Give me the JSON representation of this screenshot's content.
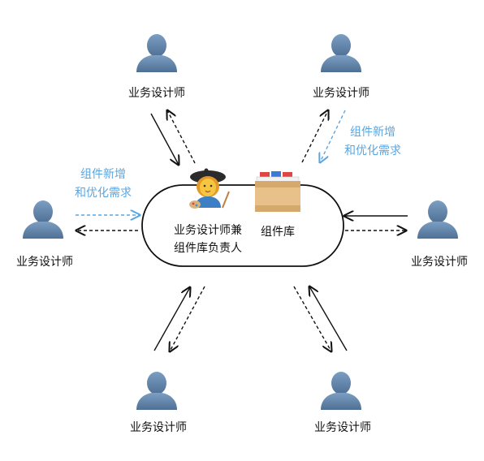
{
  "designer_label": "业务设计师",
  "center": {
    "owner_line1": "业务设计师兼",
    "owner_line2": "组件库负责人",
    "library_label": "组件库"
  },
  "notes": {
    "left_line1": "组件新增",
    "left_line2": "和优化需求",
    "right_line1": "组件新增",
    "right_line2": "和优化需求"
  },
  "colors": {
    "person": "#5b7ea3",
    "note": "#5aa6e0",
    "arrow": "#111111",
    "ring": "#111111"
  },
  "icons": {
    "person": "person-silhouette-icon",
    "owner": "artist-avatar-icon",
    "library": "card-file-box-icon"
  }
}
